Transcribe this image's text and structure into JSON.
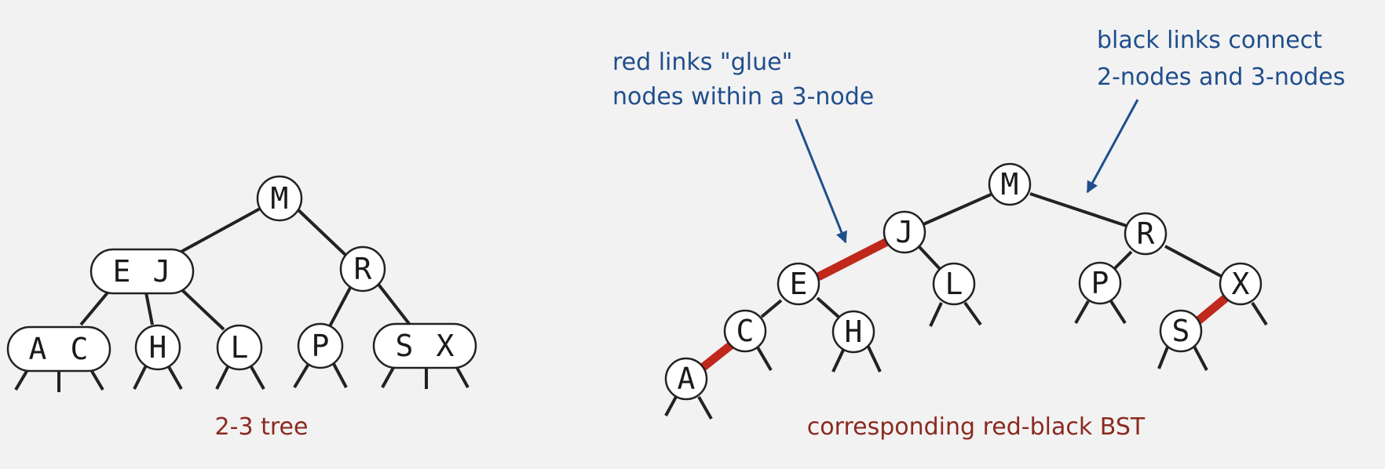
{
  "tree23": {
    "caption": "2-3 tree",
    "nodes": [
      {
        "id": "M",
        "keys": [
          "M"
        ]
      },
      {
        "id": "EJ",
        "keys": [
          "E",
          "J"
        ]
      },
      {
        "id": "R",
        "keys": [
          "R"
        ]
      },
      {
        "id": "AC",
        "keys": [
          "A",
          "C"
        ]
      },
      {
        "id": "H",
        "keys": [
          "H"
        ]
      },
      {
        "id": "L",
        "keys": [
          "L"
        ]
      },
      {
        "id": "P",
        "keys": [
          "P"
        ]
      },
      {
        "id": "SX",
        "keys": [
          "S",
          "X"
        ]
      }
    ],
    "links": [
      [
        "M",
        "EJ"
      ],
      [
        "M",
        "R"
      ],
      [
        "EJ",
        "AC"
      ],
      [
        "EJ",
        "H"
      ],
      [
        "EJ",
        "L"
      ],
      [
        "R",
        "P"
      ],
      [
        "R",
        "SX"
      ]
    ]
  },
  "rbbst": {
    "caption": "corresponding red-black BST",
    "nodes": [
      "M",
      "J",
      "R",
      "E",
      "L",
      "P",
      "X",
      "C",
      "H",
      "S",
      "A"
    ],
    "links": [
      {
        "from": "M",
        "to": "J",
        "color": "black"
      },
      {
        "from": "M",
        "to": "R",
        "color": "black"
      },
      {
        "from": "J",
        "to": "E",
        "color": "red"
      },
      {
        "from": "J",
        "to": "L",
        "color": "black"
      },
      {
        "from": "E",
        "to": "C",
        "color": "black"
      },
      {
        "from": "E",
        "to": "H",
        "color": "black"
      },
      {
        "from": "C",
        "to": "A",
        "color": "red"
      },
      {
        "from": "R",
        "to": "P",
        "color": "black"
      },
      {
        "from": "R",
        "to": "X",
        "color": "black"
      },
      {
        "from": "X",
        "to": "S",
        "color": "red"
      }
    ]
  },
  "annotations": {
    "red_links": [
      "red links \"glue\"",
      "nodes within a 3-node"
    ],
    "black_links": [
      "black links connect",
      "2-nodes and 3-nodes"
    ]
  },
  "colors": {
    "red_link": "#c0281c",
    "annotation": "#1f4e8c",
    "caption": "#8a2a20"
  }
}
